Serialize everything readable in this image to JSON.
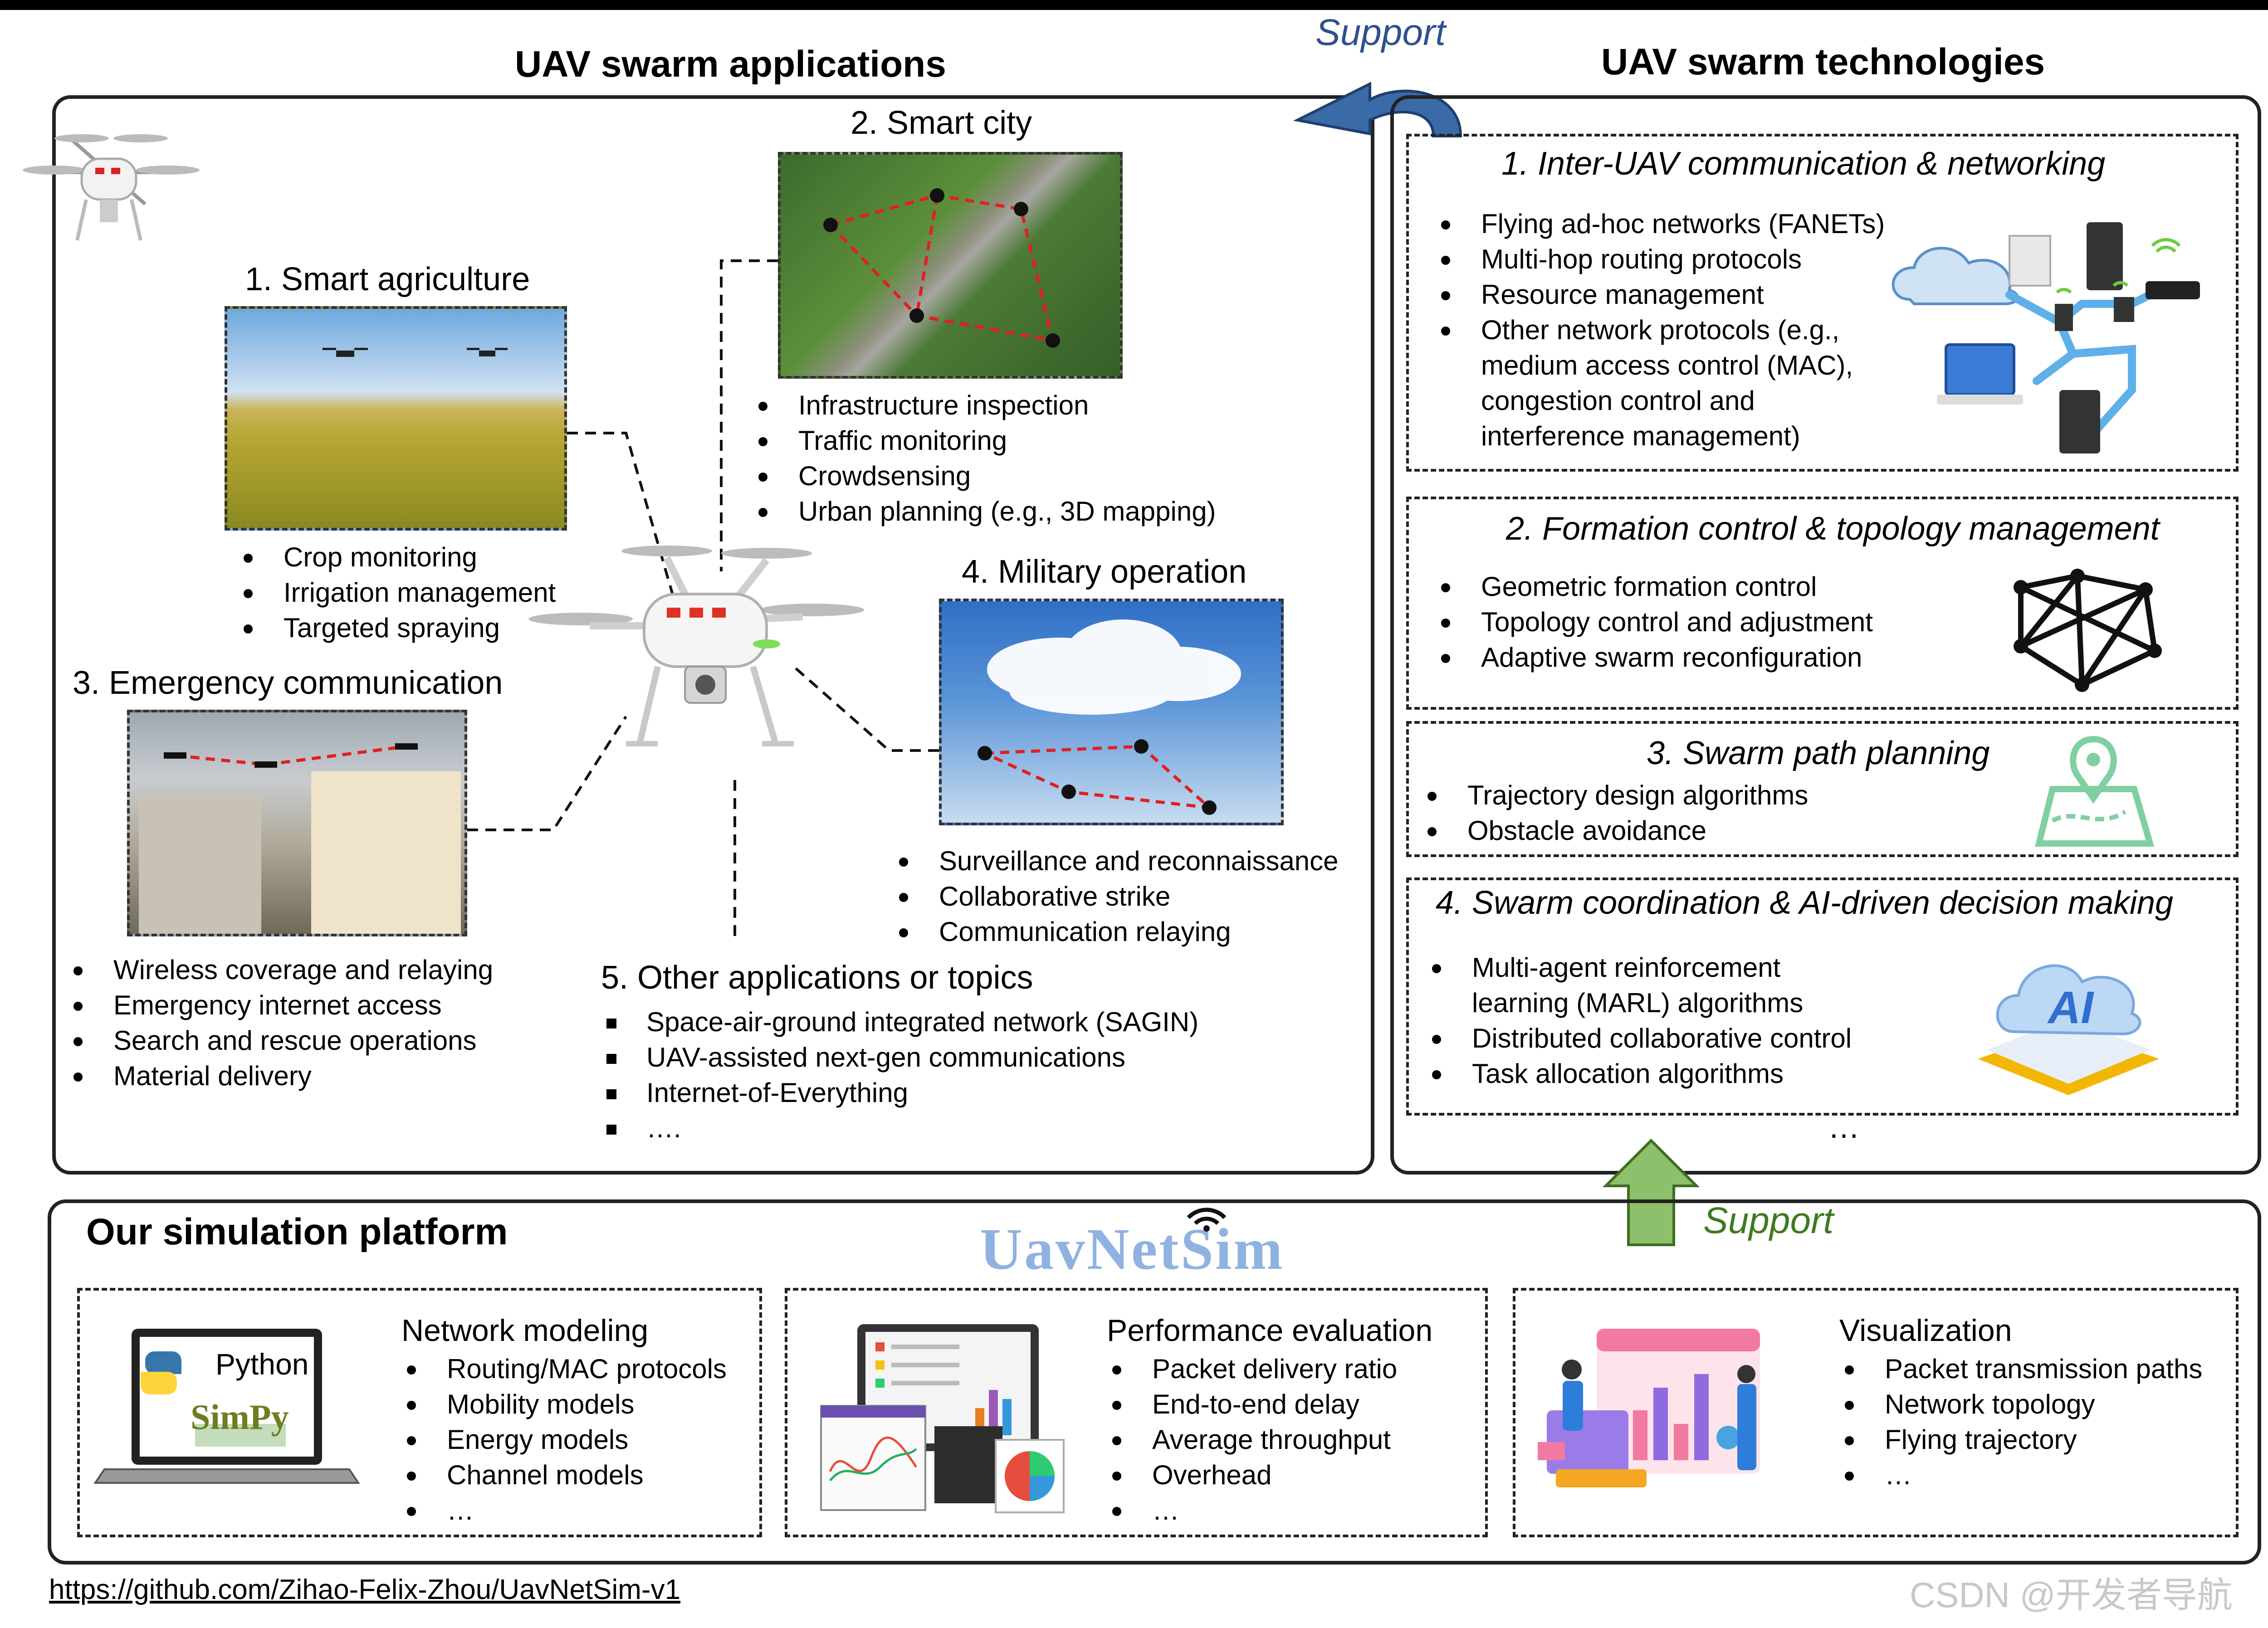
{
  "applications": {
    "title": "UAV swarm applications",
    "smart_agriculture": {
      "title": "1. Smart agriculture",
      "items": [
        "Crop monitoring",
        "Irrigation management",
        "Targeted spraying"
      ]
    },
    "smart_city": {
      "title": "2. Smart city",
      "items": [
        "Infrastructure inspection",
        "Traffic monitoring",
        "Crowdsensing",
        "Urban planning (e.g., 3D mapping)"
      ]
    },
    "emergency": {
      "title": "3. Emergency communication",
      "items": [
        "Wireless coverage and relaying",
        "Emergency internet access",
        "Search and rescue operations",
        "Material delivery"
      ]
    },
    "military": {
      "title": "4. Military operation",
      "items": [
        "Surveillance and reconnaissance",
        "Collaborative strike",
        "Communication relaying"
      ]
    },
    "other": {
      "title": "5. Other applications or topics",
      "items": [
        "Space-air-ground integrated network (SAGIN)",
        "UAV-assisted next-gen communications",
        "Internet-of-Everything",
        "…."
      ]
    }
  },
  "support_top": "Support",
  "support_bottom": "Support",
  "technologies": {
    "title": "UAV swarm technologies",
    "t1": {
      "title": "1. Inter-UAV communication & networking",
      "items": [
        "Flying ad-hoc networks (FANETs)",
        "Multi-hop routing protocols",
        "Resource management"
      ],
      "last_lines": [
        "Other network protocols (e.g.,",
        "medium access control (MAC),",
        "congestion control and",
        "interference management)"
      ]
    },
    "t2": {
      "title": "2. Formation control & topology management",
      "items": [
        "Geometric formation control",
        "Topology control and adjustment",
        "Adaptive swarm reconfiguration"
      ]
    },
    "t3": {
      "title": "3. Swarm path planning",
      "items": [
        "Trajectory design algorithms",
        "Obstacle avoidance"
      ]
    },
    "t4": {
      "title": "4. Swarm coordination & AI-driven decision making",
      "first_lines": [
        "Multi-agent reinforcement",
        "learning (MARL) algorithms"
      ],
      "items": [
        "Distributed collaborative control",
        "Task allocation algorithms"
      ],
      "ai_label": "AI"
    },
    "ellipsis": "…"
  },
  "platform": {
    "title": "Our simulation platform",
    "logo": "UavNetSim",
    "network": {
      "title": "Network modeling",
      "items": [
        "Routing/MAC protocols",
        "Mobility models",
        "Energy models",
        "Channel models",
        "…"
      ],
      "python": "Python",
      "simpy": "SimPy"
    },
    "performance": {
      "title": "Performance evaluation",
      "items": [
        "Packet delivery ratio",
        "End-to-end delay",
        "Average throughput",
        "Overhead",
        "…"
      ]
    },
    "visualization": {
      "title": "Visualization",
      "items": [
        "Packet transmission paths",
        "Network topology",
        "Flying trajectory",
        "…"
      ]
    }
  },
  "url": "https://github.com/Zihao-Felix-Zhou/UavNetSim-v1",
  "watermark": "CSDN @开发者导航",
  "colors": {
    "support_top": "#2f4f8f",
    "support_bottom": "#3f7a1f",
    "arrow_blue": "#3b6aa8",
    "arrow_green": "#8dc06a",
    "red_link": "#e02020"
  }
}
